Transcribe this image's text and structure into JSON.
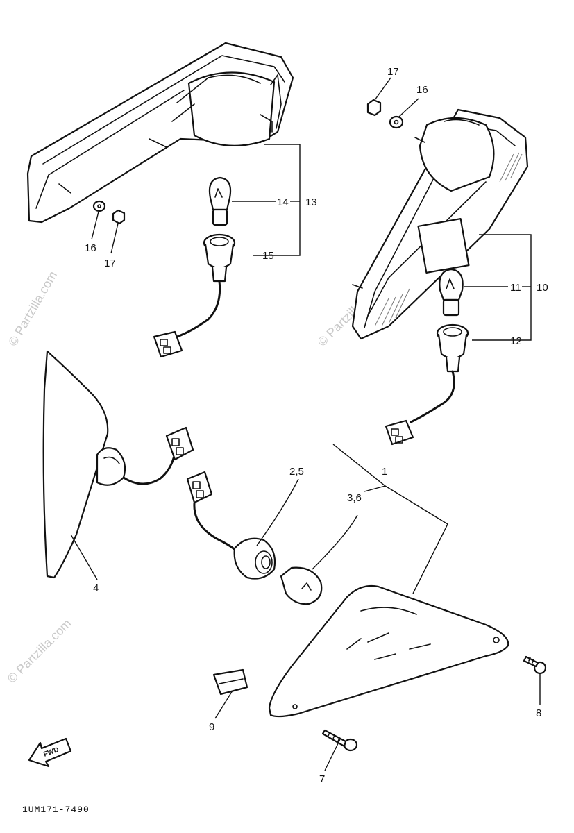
{
  "watermark": "© Partzilla.com",
  "callouts": {
    "c1": "1",
    "c2_5": "2,5",
    "c3_6": "3,6",
    "c4": "4",
    "c7": "7",
    "c8": "8",
    "c9": "9",
    "c10": "10",
    "c11": "11",
    "c12": "12",
    "c13": "13",
    "c14": "14",
    "c15": "15",
    "c16_top": "16",
    "c17_top": "17",
    "c16_left": "16",
    "c17_left": "17"
  },
  "forward_arrow_label": "FWD",
  "diagram_code": "1UM171-7490",
  "icons": {
    "forward_arrow": "fwd-arrow-icon"
  }
}
